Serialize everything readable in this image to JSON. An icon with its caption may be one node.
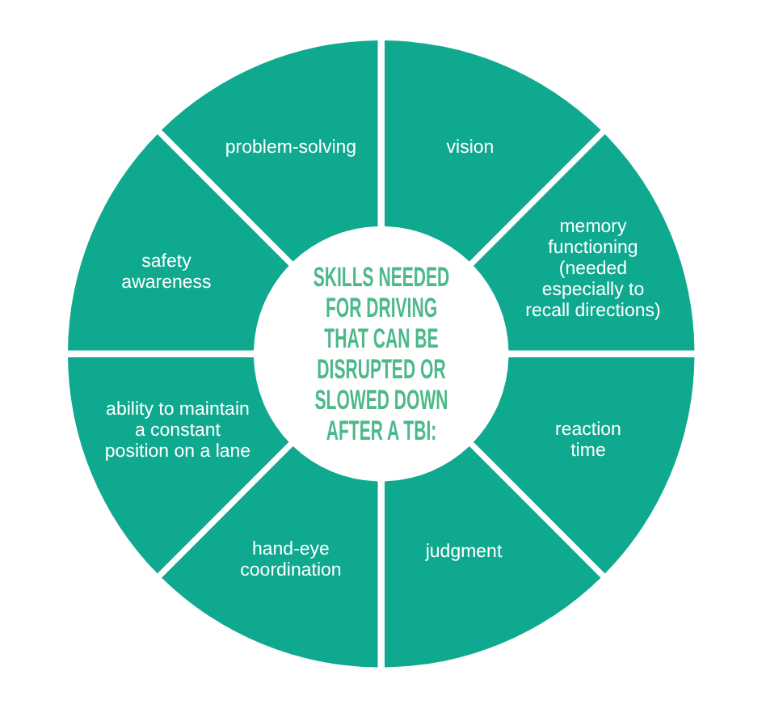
{
  "diagram": {
    "nodes": [
      {
        "text": [
          "SKILLS NEEDED FOR DRIVING THAT CAN BE DISRUPTED OR SLOWED DOWN AFTER A TBI:"
        ]
      },
      {
        "text": [
          "problem-solving"
        ]
      },
      {
        "text": [
          "vision"
        ]
      },
      {
        "text": [
          "memory functioning (needed especially to recall directions)"
        ]
      },
      {
        "text": [
          "reaction time"
        ]
      },
      {
        "text": [
          "judgment"
        ]
      },
      {
        "text": [
          "hand-eye coordination"
        ]
      },
      {
        "text": [
          "ability to maintain a constant position on a lane"
        ]
      },
      {
        "text": [
          "safety awareness"
        ]
      }
    ]
  }
}
